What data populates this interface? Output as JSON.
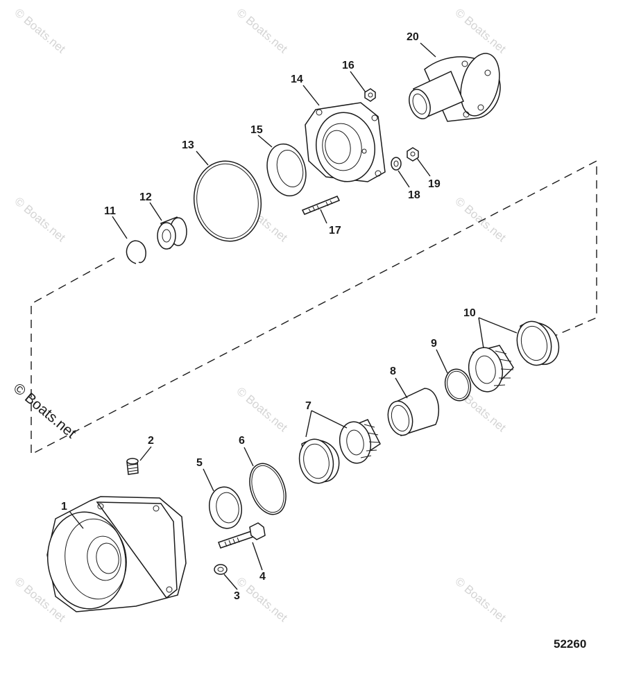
{
  "diagram": {
    "part_labels": [
      "1",
      "2",
      "3",
      "4",
      "5",
      "6",
      "7",
      "8",
      "9",
      "10",
      "11",
      "12",
      "13",
      "14",
      "15",
      "16",
      "17",
      "18",
      "19",
      "20"
    ],
    "drawing_number": "52260",
    "watermark_text": "© Boats.net",
    "side_watermark_text": "© Boats.net"
  }
}
